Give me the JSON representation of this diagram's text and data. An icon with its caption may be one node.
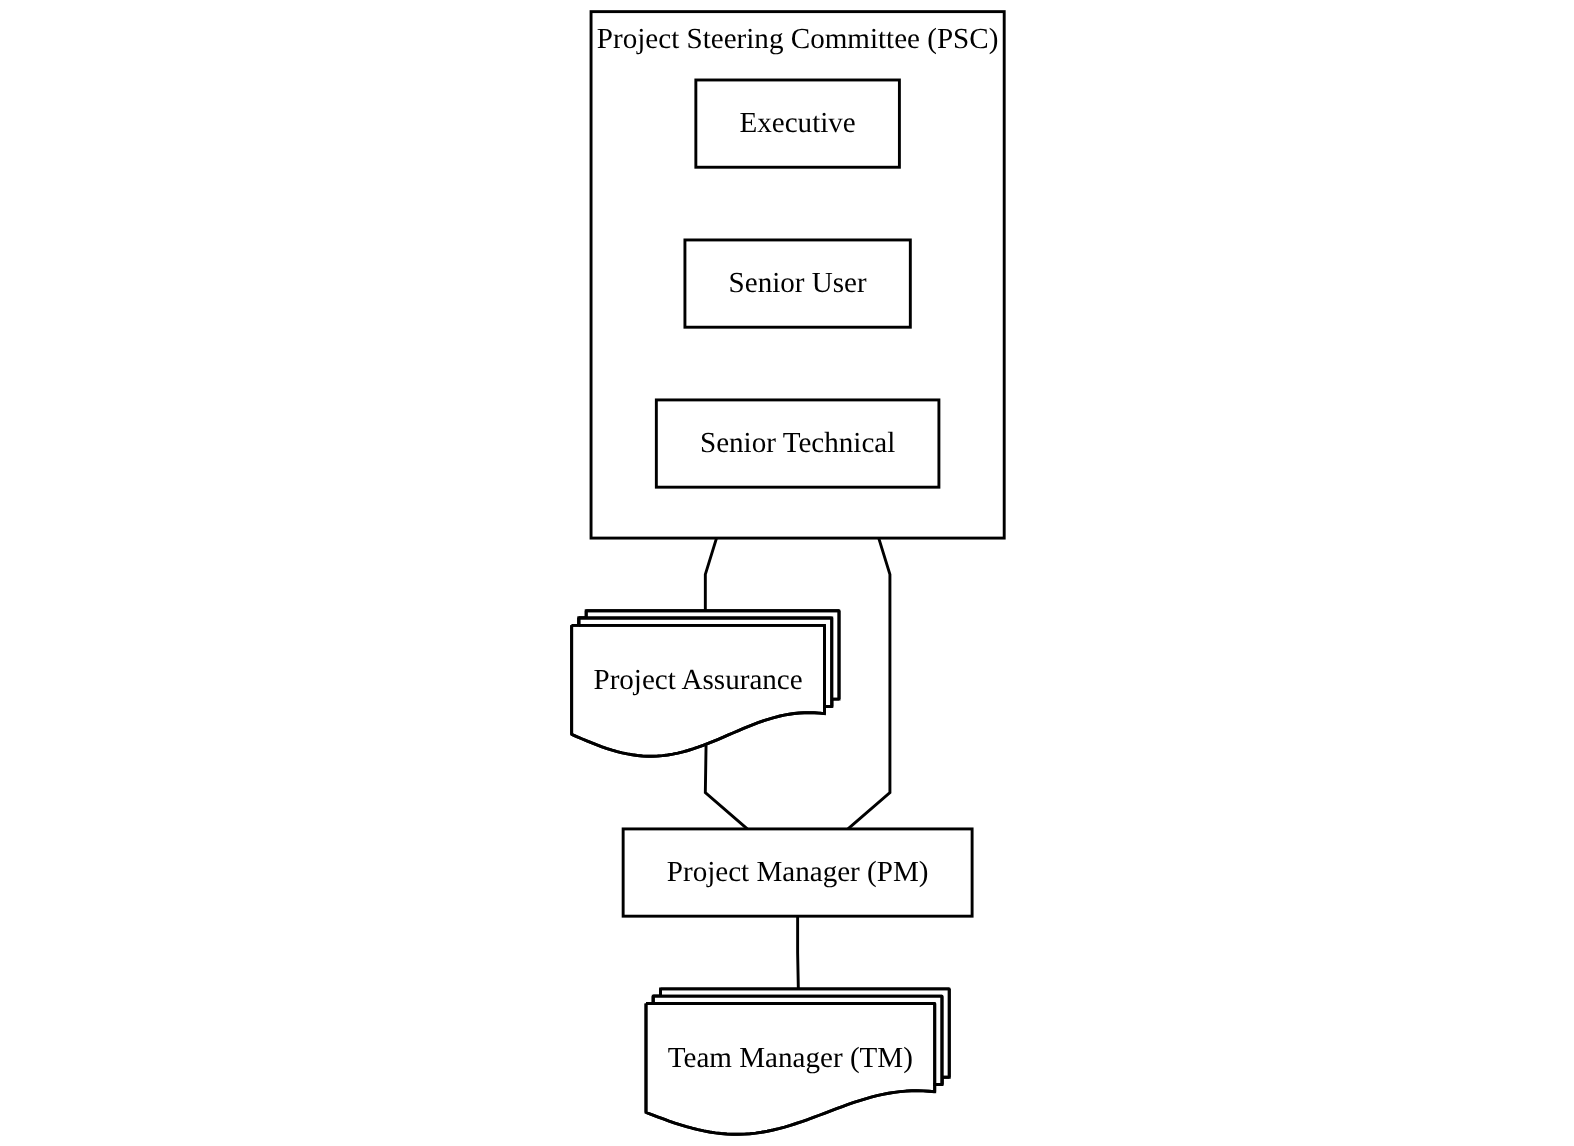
{
  "diagram": {
    "nodes": [
      {
        "text": [
          "Project Steering Committee (PSC)"
        ]
      },
      {
        "text": [
          "Executive"
        ],
        "in": 0
      },
      {
        "text": [
          "Senior User"
        ],
        "in": 0
      },
      {
        "text": [
          "Senior Technical"
        ],
        "in": 0
      },
      {
        "text": [
          "Project Assurance"
        ]
      },
      {
        "text": [
          "Project Manager (PM)"
        ]
      },
      {
        "text": [
          "Team Manager (TM)"
        ]
      }
    ],
    "edges": [
      {
        "from": 0,
        "to": 4,
        "arrow": "none"
      },
      {
        "from": 0,
        "to": 5,
        "arrow": "none"
      },
      {
        "from": 4,
        "to": 5,
        "arrow": "none"
      },
      {
        "from": 5,
        "to": 6,
        "arrow": "none"
      }
    ]
  }
}
